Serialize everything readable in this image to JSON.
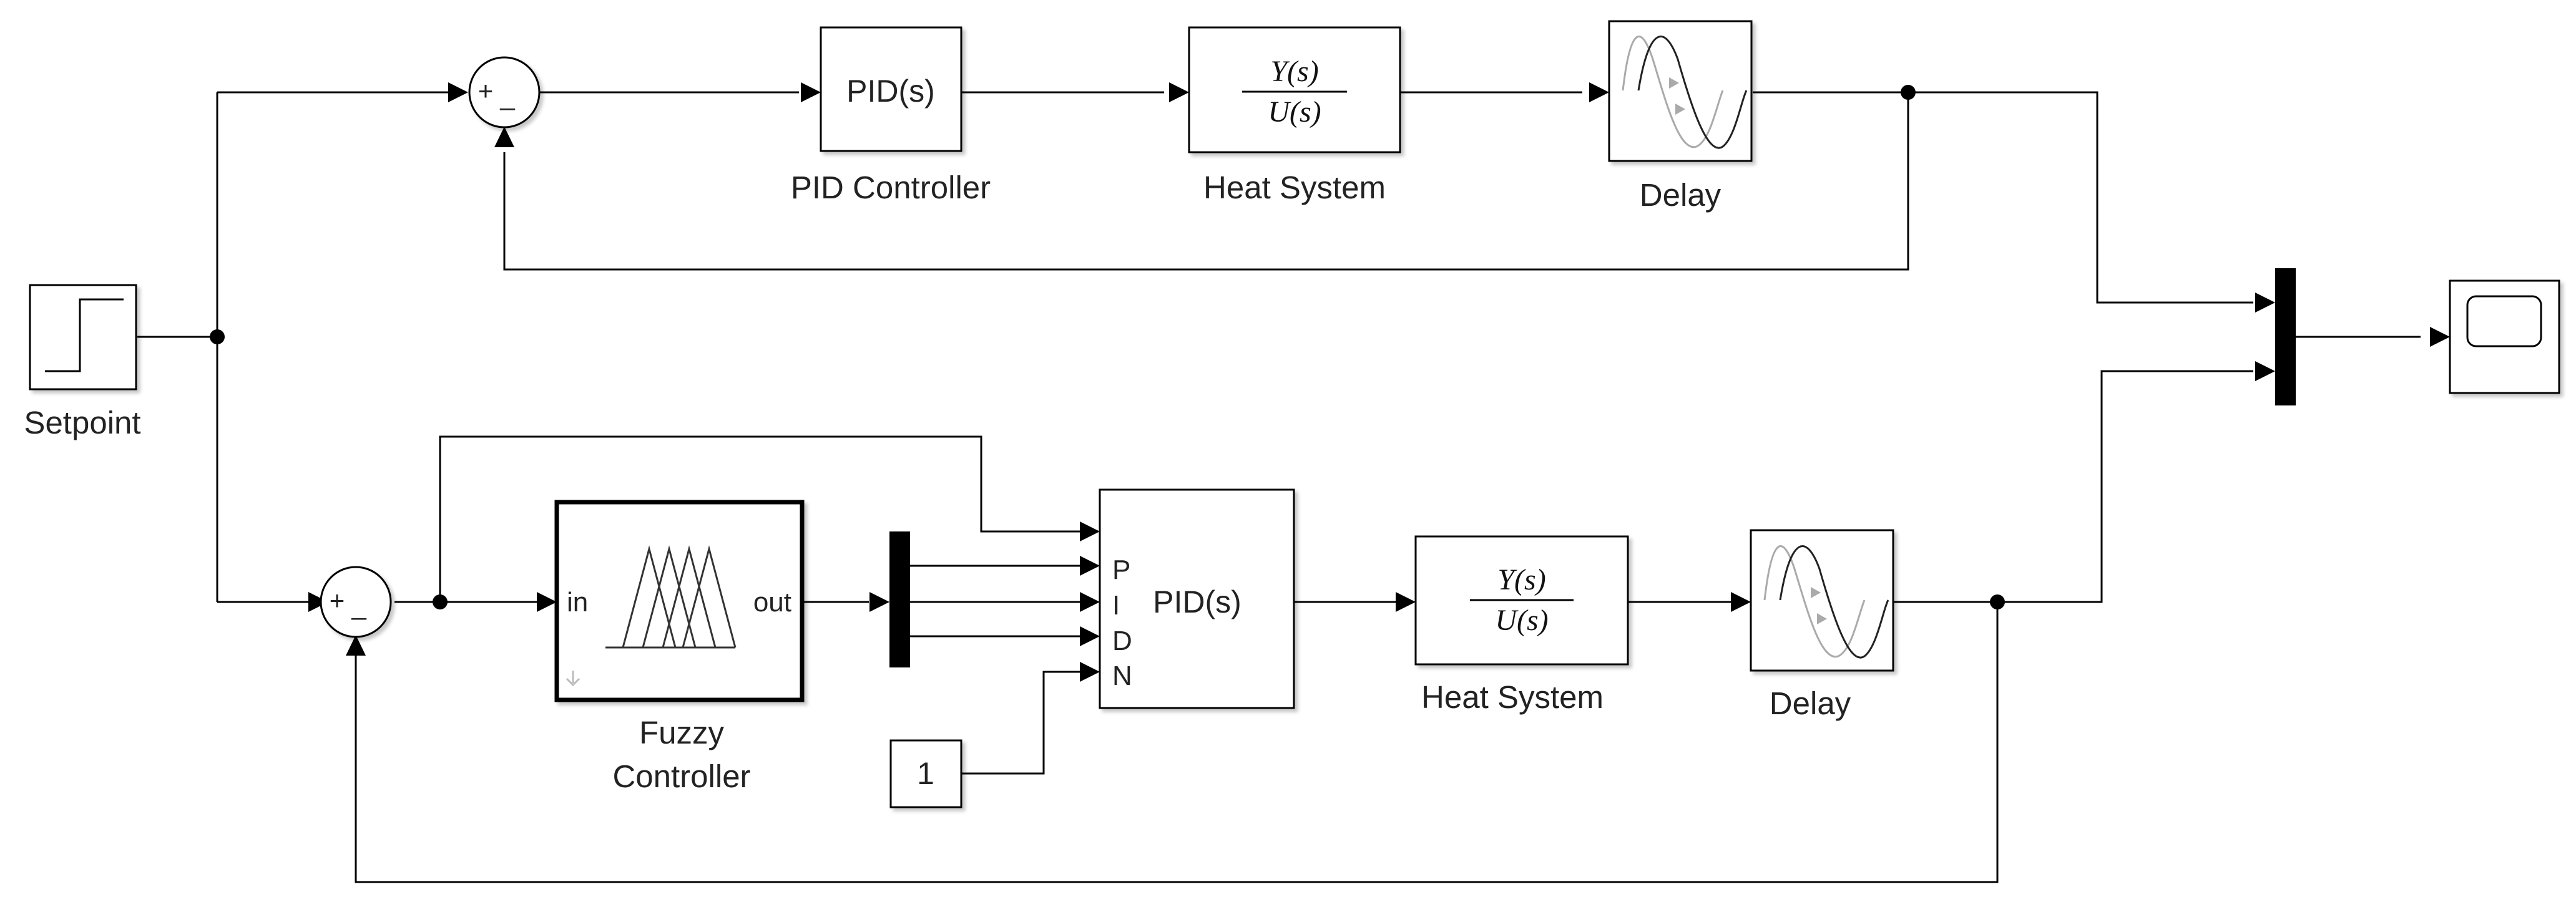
{
  "diagram": {
    "setpoint": {
      "label": "Setpoint"
    },
    "top": {
      "sum_plus": "+",
      "sum_minus": "_",
      "pid_block": "PID(s)",
      "pid_label": "PID  Controller",
      "tf_num": "Y(s)",
      "tf_den": "U(s)",
      "plant_label": "Heat System",
      "delay_label": "Delay"
    },
    "bottom": {
      "sum_plus": "+",
      "sum_minus": "_",
      "fuzzy_in": "in",
      "fuzzy_out": "out",
      "fuzzy_label_line1": "Fuzzy",
      "fuzzy_label_line2": "Controller",
      "pid_block": "PID(s)",
      "pid_ports": [
        "P",
        "I",
        "D",
        "N"
      ],
      "constant_value": "1",
      "tf_num": "Y(s)",
      "tf_den": "U(s)",
      "plant_label": "Heat System",
      "delay_label": "Delay"
    }
  }
}
